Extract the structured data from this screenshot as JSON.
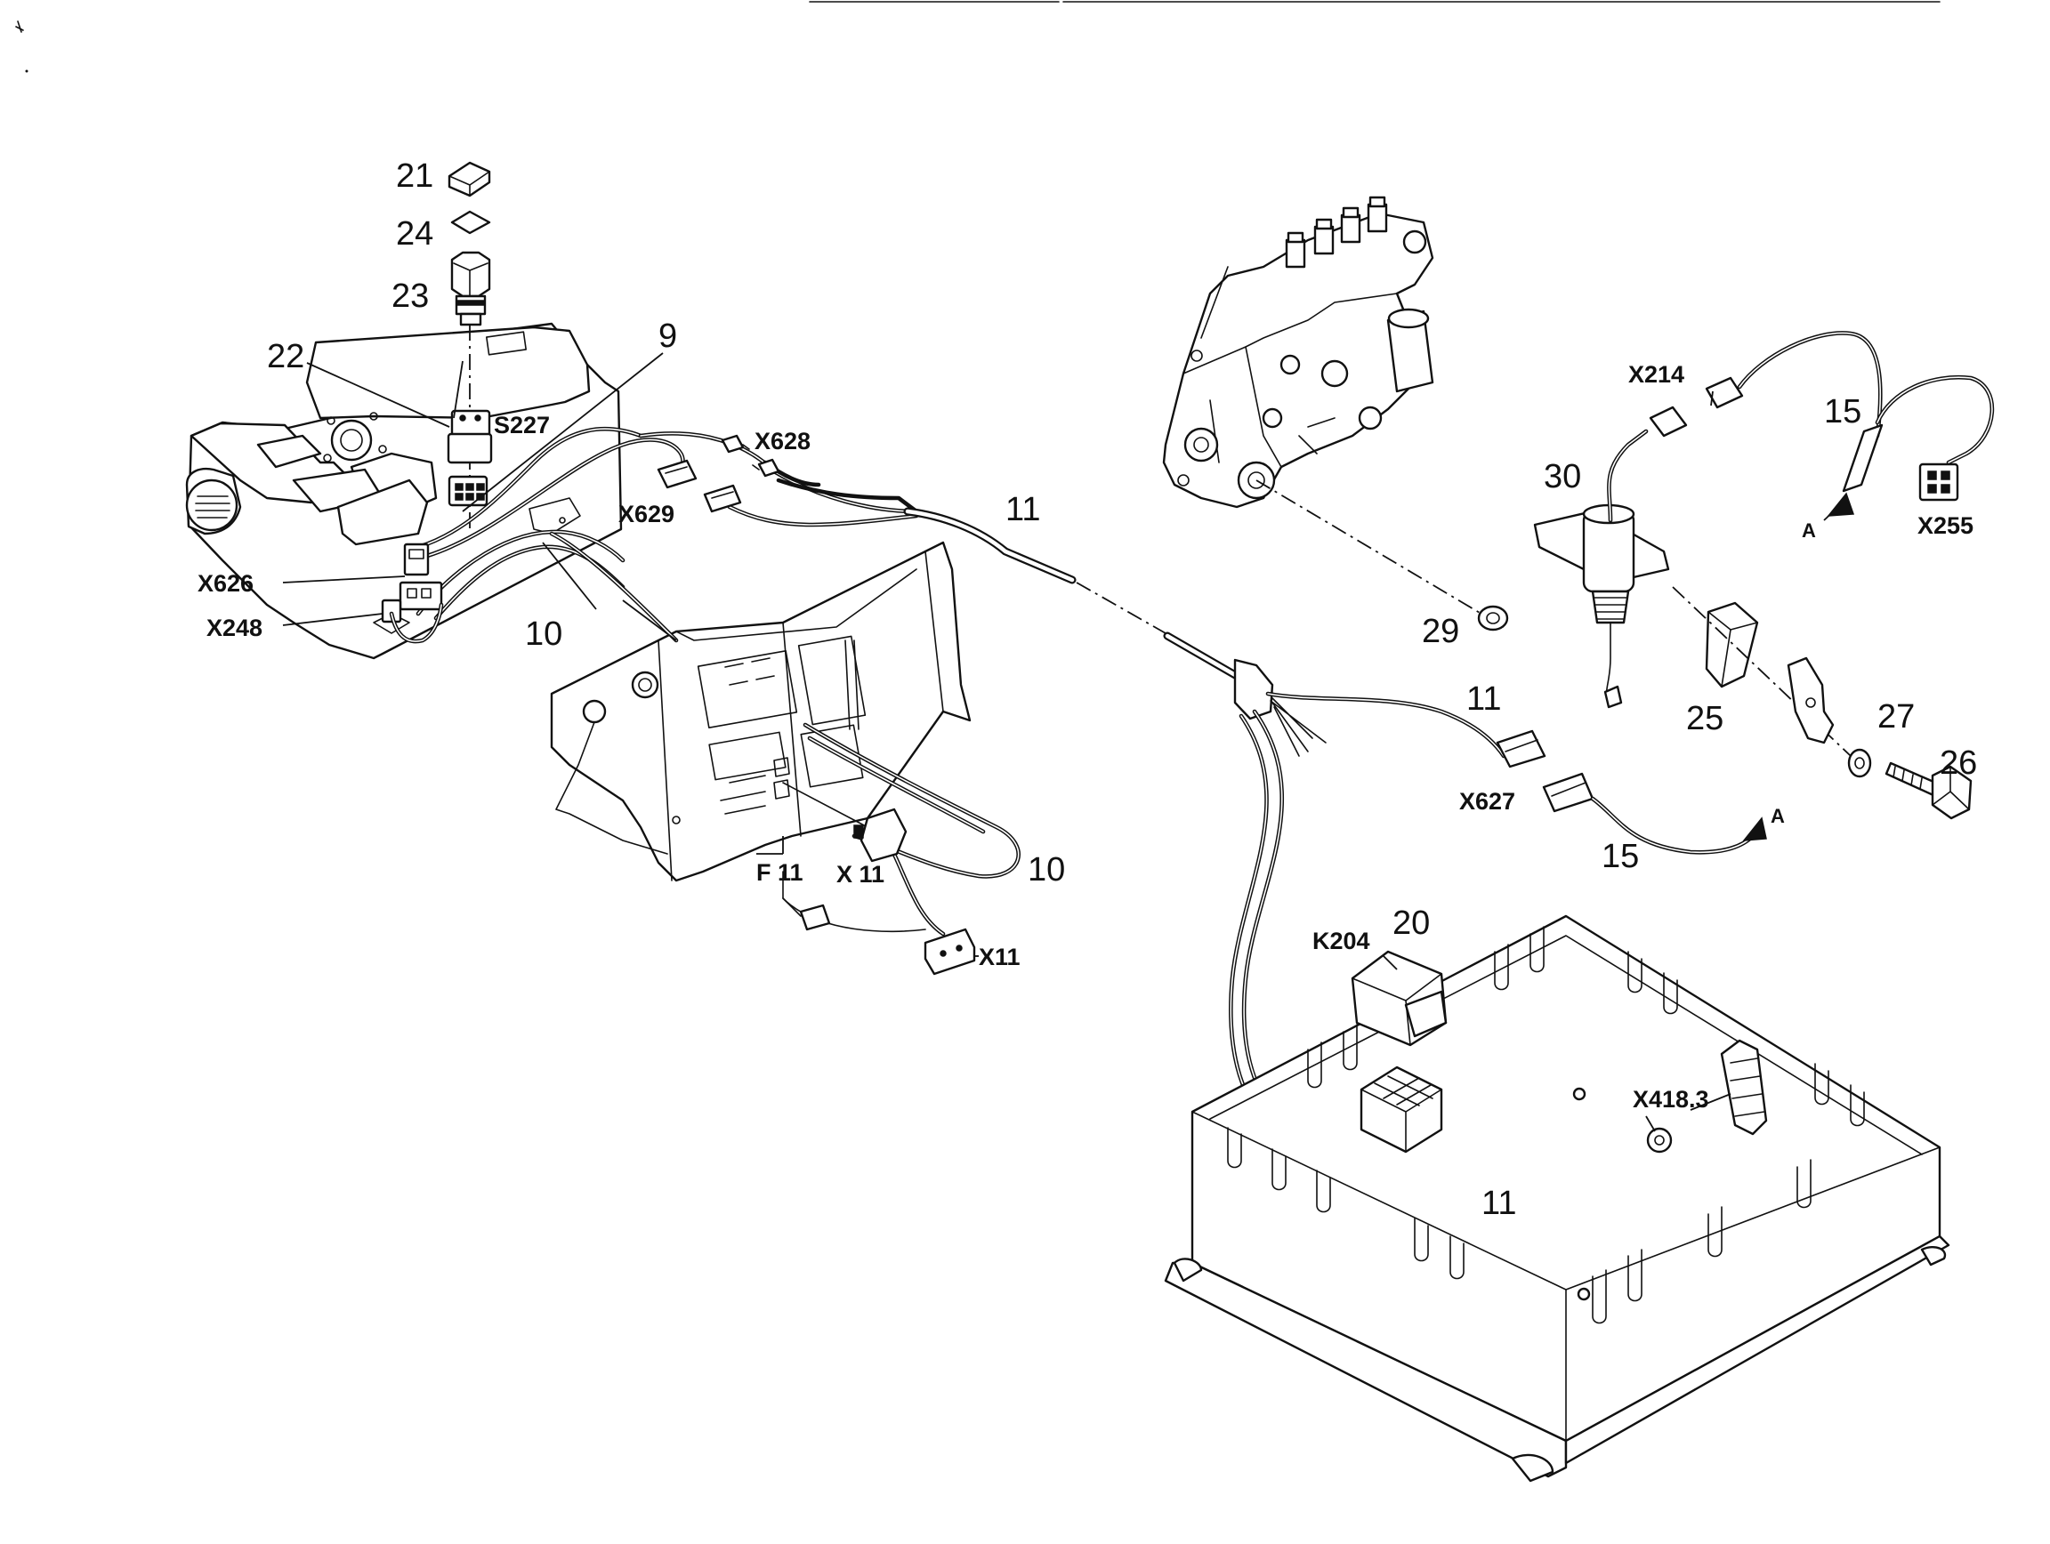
{
  "callouts": {
    "c21": "21",
    "c24": "24",
    "c23": "23",
    "c22": "22",
    "s227": "S227",
    "c9": "9",
    "x628": "X628",
    "x629": "X629",
    "x626": "X626",
    "x248": "X248",
    "c10a": "10",
    "c11a": "11",
    "f11": "F 11",
    "x11a": "X 11",
    "c10b": "10",
    "x11b": "X11",
    "x214": "X214",
    "c15a": "15",
    "c30": "30",
    "a1": "A",
    "x255": "X255",
    "c29": "29",
    "c11b": "11",
    "x627": "X627",
    "c25": "25",
    "c27": "27",
    "c26": "26",
    "c15b": "15",
    "a2": "A",
    "k204": "K204",
    "c20": "20",
    "x4183": "X418.3",
    "c11c": "11"
  }
}
